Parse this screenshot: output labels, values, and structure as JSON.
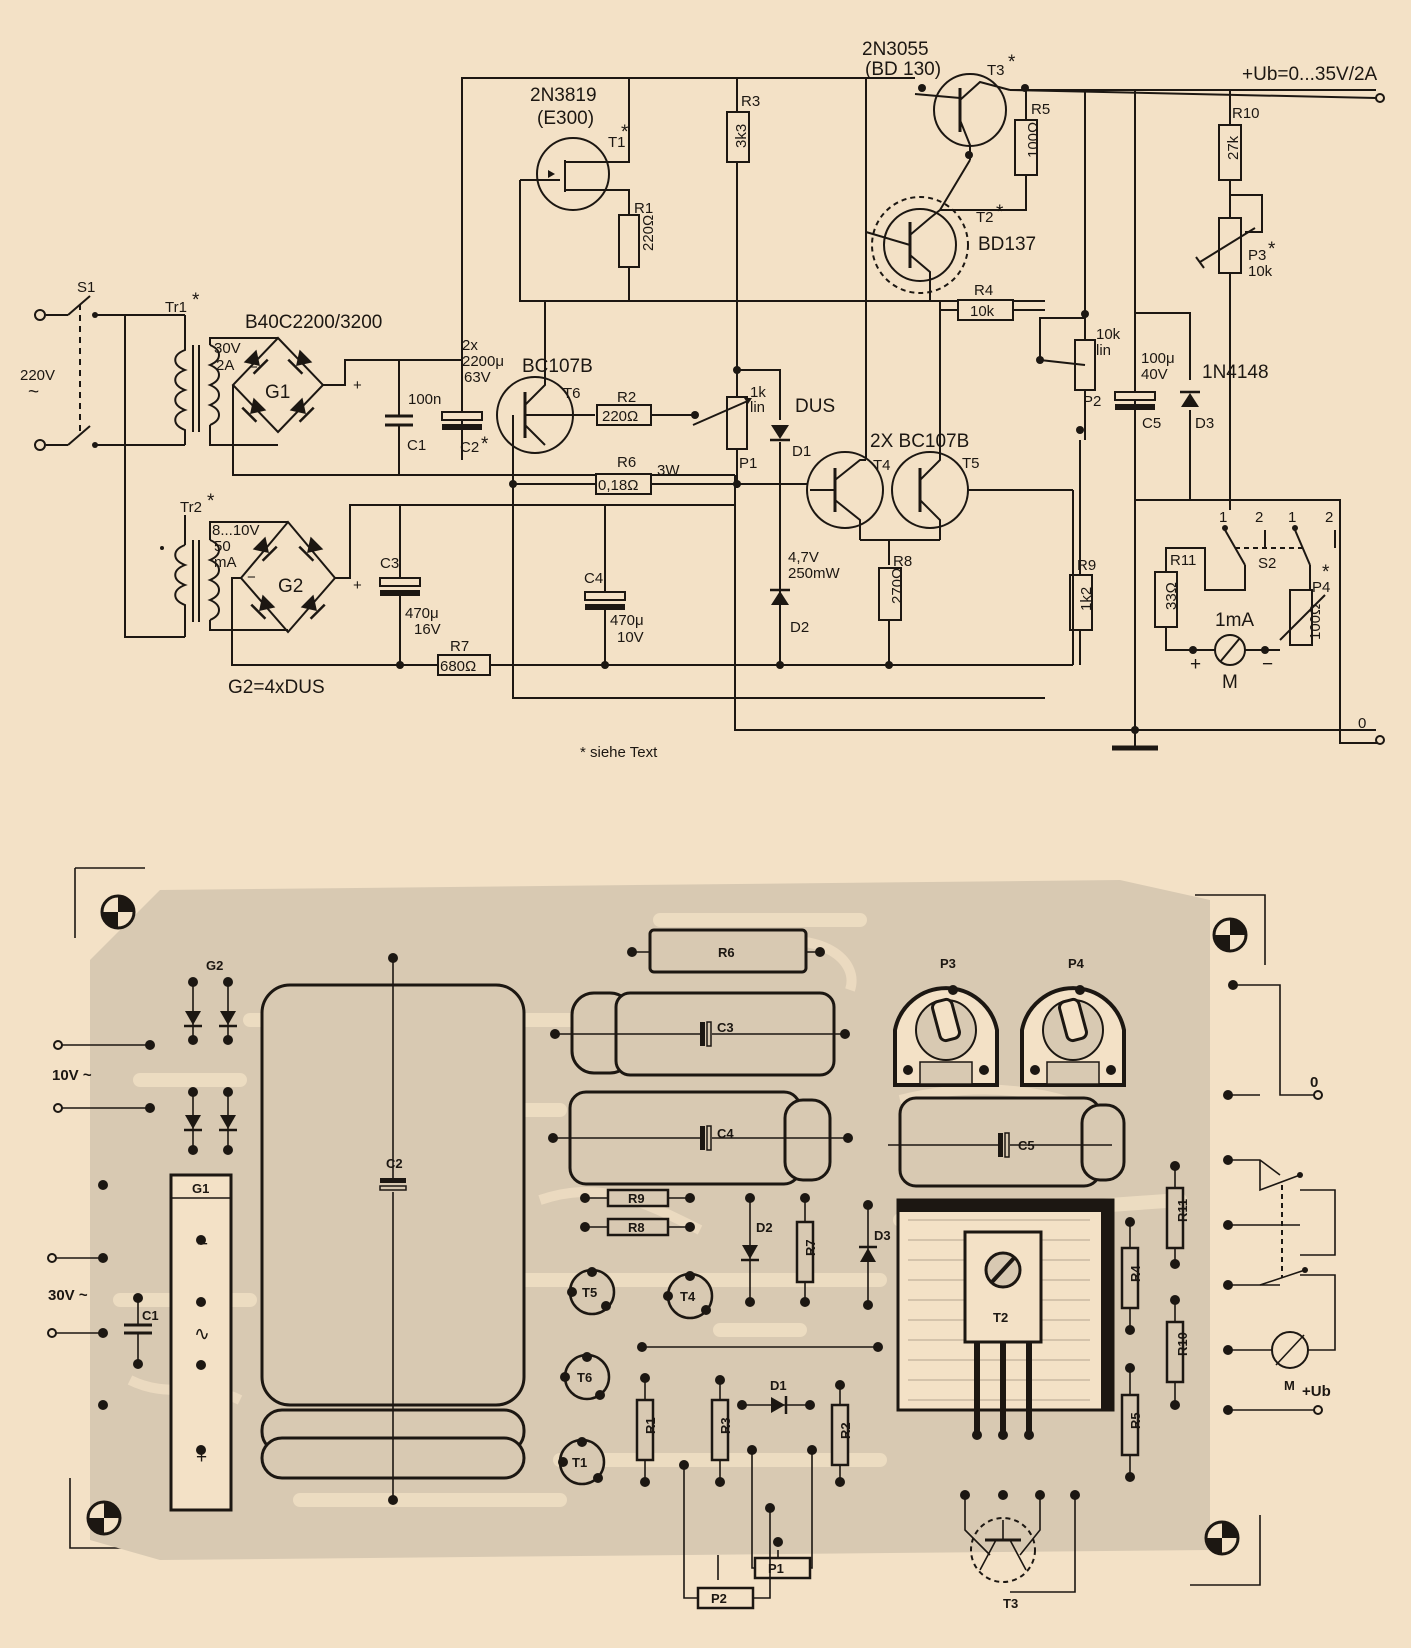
{
  "schematic": {
    "output_label": "+Ub=0...35V/2A",
    "ground_label": "0",
    "footnote": "* siehe Text",
    "mains": "220V",
    "mains_symbol": "~",
    "switch": "S1",
    "tr1": "Tr1",
    "tr1_rating": [
      "30V",
      "2A"
    ],
    "tr2": "Tr2",
    "tr2_rating": [
      "8...10V",
      "50",
      "mA"
    ],
    "bridge_main": "B40C2200/3200",
    "g1": "G1",
    "g2": "G2",
    "g2_note": "G2=4xDUS",
    "c1": {
      "name": "C1",
      "value": "100n"
    },
    "c2": {
      "name": "C2",
      "value": [
        "2x",
        "2200μ",
        "63V"
      ]
    },
    "c3": {
      "name": "C3",
      "value": [
        "470μ",
        "16V"
      ]
    },
    "c4": {
      "name": "C4",
      "value": [
        "470μ",
        "10V"
      ]
    },
    "c5": {
      "name": "C5",
      "value": [
        "100μ",
        "40V"
      ]
    },
    "t1": {
      "name": "T1",
      "type": [
        "2N3819",
        "(E300)"
      ]
    },
    "t2": {
      "name": "T2",
      "type": "BD137"
    },
    "t3": {
      "name": "T3",
      "type": [
        "2N3055",
        "(BD 130)"
      ]
    },
    "t4": "T4",
    "t5": "T5",
    "t45_type": "2X BC107B",
    "t6": {
      "name": "T6",
      "type": "BC107B"
    },
    "r1": {
      "name": "R1",
      "value": "220Ω"
    },
    "r2": {
      "name": "R2",
      "value": "220Ω"
    },
    "r3": {
      "name": "R3",
      "value": "3k3"
    },
    "r4": {
      "name": "R4",
      "value": "10k"
    },
    "r5": {
      "name": "R5",
      "value": "100Ω"
    },
    "r6": {
      "name": "R6",
      "value": "0,18Ω",
      "power": "3W"
    },
    "r7": {
      "name": "R7",
      "value": "680Ω"
    },
    "r8": {
      "name": "R8",
      "value": "270Ω"
    },
    "r9": {
      "name": "R9",
      "value": "1k2"
    },
    "r10": {
      "name": "R10",
      "value": "27k"
    },
    "r11": {
      "name": "R11",
      "value": "33Ω"
    },
    "p1": {
      "name": "P1",
      "value": [
        "1k",
        "lin"
      ]
    },
    "p2": {
      "name": "P2",
      "value": [
        "10k",
        "lin"
      ]
    },
    "p3": {
      "name": "P3",
      "value": "10k"
    },
    "p4": {
      "name": "P4",
      "value": "100Ω"
    },
    "d1": {
      "name": "D1",
      "type": "DUS"
    },
    "d2": {
      "name": "D2",
      "value": [
        "4,7V",
        "250mW"
      ]
    },
    "d3": {
      "name": "D3",
      "type": "1N4148"
    },
    "s2": "S2",
    "s2_pos": [
      "1",
      "2",
      "1",
      "2"
    ],
    "meter": {
      "name": "M",
      "range": "1mA",
      "plus": "+",
      "minus": "−"
    },
    "star": "*",
    "plus": "+",
    "minus": "−"
  },
  "pcb": {
    "labels": {
      "g2": "G2",
      "g1": "G1",
      "c1": "C1",
      "c2": "C2",
      "c3": "C3",
      "c4": "C4",
      "c5": "C5",
      "r6": "R6",
      "r9": "R9",
      "r8": "R8",
      "r7": "R7",
      "r1": "R1",
      "r3": "R3",
      "r2": "R2",
      "r11": "R11",
      "r4": "R4",
      "r10": "R10",
      "r5": "R5",
      "d1": "D1",
      "d2": "D2",
      "d3": "D3",
      "t1": "T1",
      "t2": "T2",
      "t3": "T3",
      "t4": "T4",
      "t5": "T5",
      "t6": "T6",
      "p1": "P1",
      "p2": "P2",
      "p3": "P3",
      "p4": "P4",
      "m": "M",
      "g1_minus": "−",
      "g1_ac": "∿",
      "g1_plus": "+"
    },
    "terminal_10v": "10V ~",
    "terminal_30v": "30V ~",
    "terminal_0": "0",
    "terminal_ub": "+Ub"
  }
}
